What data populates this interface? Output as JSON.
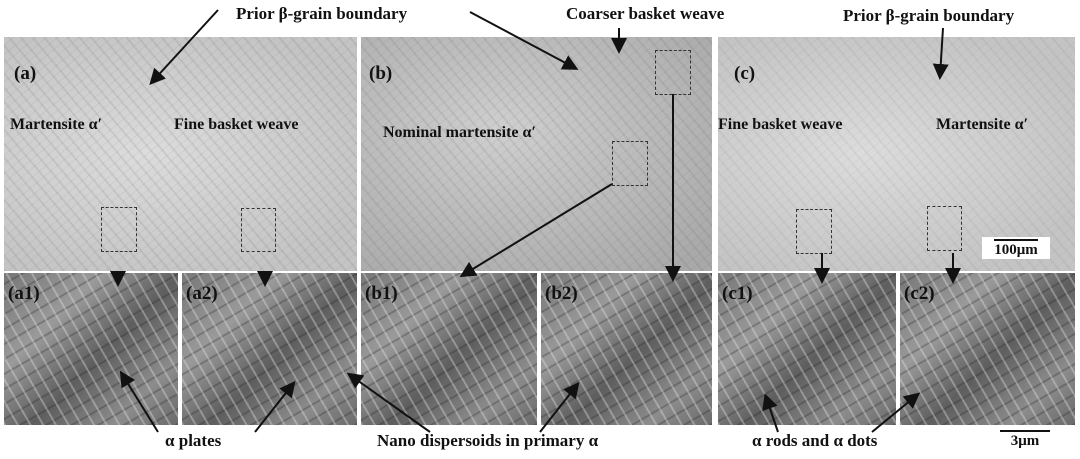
{
  "top_labels": {
    "prior_beta_1": "Prior β-grain boundary",
    "coarser": "Coarser basket weave",
    "prior_beta_2": "Prior β-grain boundary"
  },
  "panels": {
    "a": {
      "label": "(a)",
      "left_text": "Martensite α′",
      "right_text": "Fine basket weave"
    },
    "b": {
      "label": "(b)",
      "text": "Nominal martensite α′"
    },
    "c": {
      "label": "(c)",
      "left_text": "Fine basket weave",
      "right_text": "Martensite α′",
      "scale": "100μm"
    },
    "a1": {
      "label": "(a1)"
    },
    "a2": {
      "label": "(a2)"
    },
    "b1": {
      "label": "(b1)"
    },
    "b2": {
      "label": "(b2)"
    },
    "c1": {
      "label": "(c1)"
    },
    "c2": {
      "label": "(c2)"
    }
  },
  "bottom_labels": {
    "alpha_plates": "α plates",
    "nano": "Nano dispersoids in primary α",
    "rods": "α rods and α dots",
    "scale": "3μm"
  }
}
